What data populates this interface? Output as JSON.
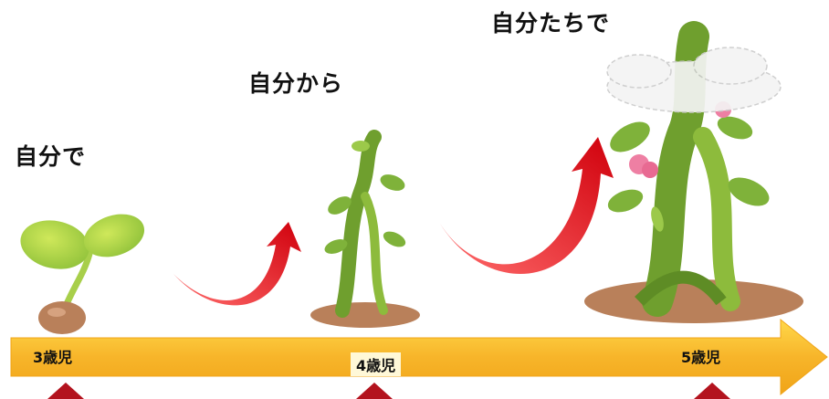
{
  "stages": [
    {
      "label": "自分で",
      "age": "3歳児"
    },
    {
      "label": "自分から",
      "age": "4歳児"
    },
    {
      "label": "自分たちで",
      "age": "5歳児"
    }
  ],
  "colors": {
    "timeline_arrow": "#f7b52a",
    "growth_arrow": "#e0151b",
    "marker_arrow": "#b3131e",
    "plant_green": "#7fb23a",
    "soil": "#b9805a"
  },
  "icons": [
    "sprout-icon",
    "beanstalk-icon",
    "giant-beanstalk-icon",
    "cloud-icon",
    "curved-arrow-icon"
  ]
}
